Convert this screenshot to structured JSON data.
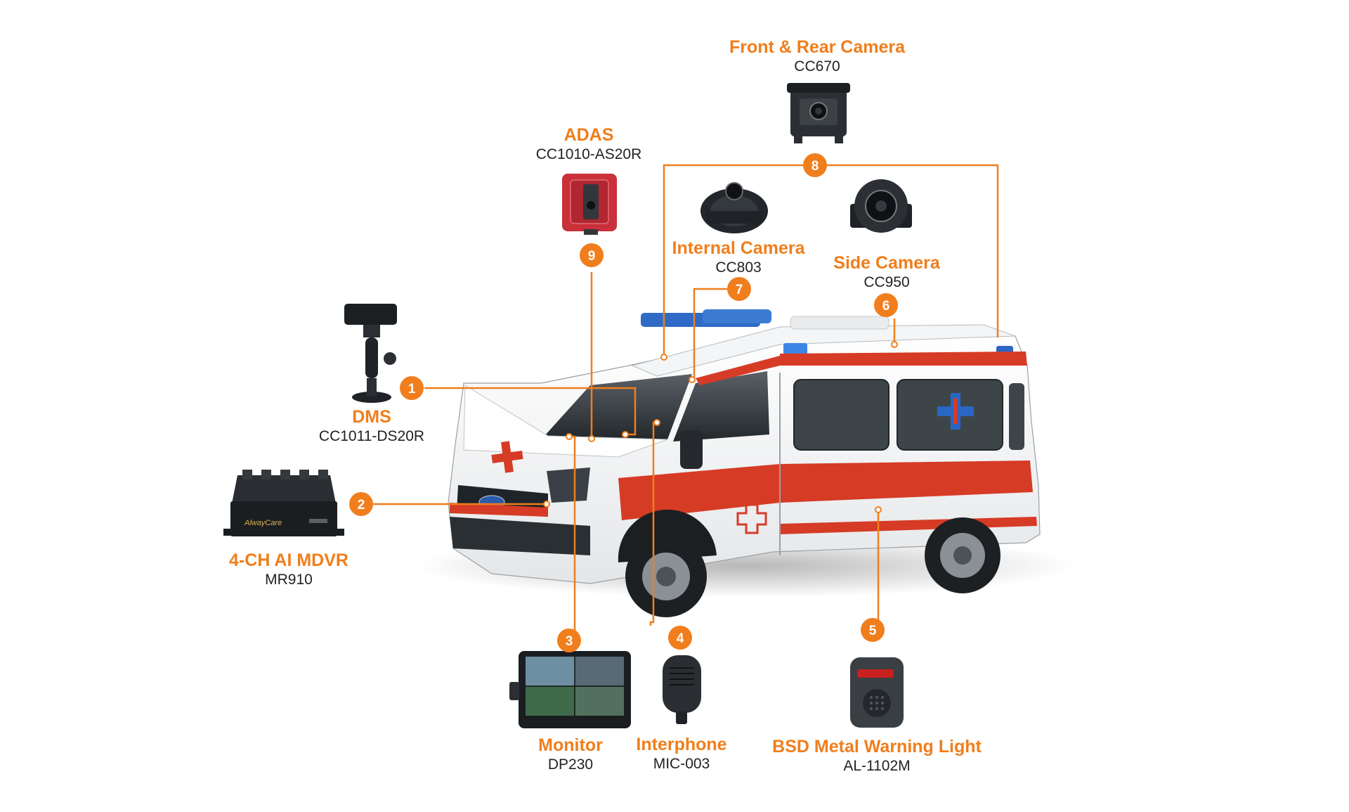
{
  "accent_color": "#f07e1c",
  "products": [
    {
      "num": "1",
      "name": "DMS",
      "model": "CC1011-DS20R",
      "icon": "dms-camera-icon"
    },
    {
      "num": "2",
      "name": "4-CH AI MDVR",
      "model": "MR910",
      "icon": "mdvr-icon",
      "brand": "AlwayCare"
    },
    {
      "num": "3",
      "name": "Monitor",
      "model": "DP230",
      "icon": "monitor-icon"
    },
    {
      "num": "4",
      "name": "Interphone",
      "model": "MIC-003",
      "icon": "microphone-icon"
    },
    {
      "num": "5",
      "name": "BSD Metal Warning Light",
      "model": "AL-1102M",
      "icon": "warning-light-icon"
    },
    {
      "num": "6",
      "name": "Side Camera",
      "model": "CC950",
      "icon": "side-camera-icon"
    },
    {
      "num": "7",
      "name": "Internal Camera",
      "model": "CC803",
      "icon": "dome-camera-icon"
    },
    {
      "num": "8",
      "name": "Front & Rear Camera",
      "model": "CC670",
      "icon": "bullet-camera-icon"
    },
    {
      "num": "9",
      "name": "ADAS",
      "model": "CC1010-AS20R",
      "icon": "adas-camera-icon"
    }
  ],
  "vehicle": {
    "icon": "ambulance-icon"
  }
}
